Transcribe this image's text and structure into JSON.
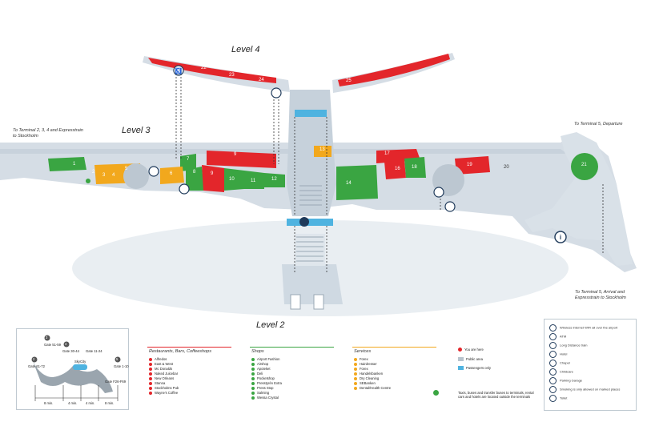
{
  "levels": {
    "l4": "Level 4",
    "l3": "Level 3",
    "l2": "Level 2"
  },
  "notes": {
    "to_t234": "To Terminal 2, 3, 4 and Expresstrain to Stockholm",
    "to_t5_dep": "To Terminal 5, Departure",
    "to_t5_arr": "To Terminal 5, Arrival and Expresstrain to Stockholm"
  },
  "units": {
    "red": [
      "22",
      "23",
      "24",
      "25",
      "9",
      "6",
      "17",
      "19"
    ],
    "green": [
      "1",
      "7",
      "8",
      "10",
      "11",
      "12",
      "14",
      "16",
      "18",
      "21"
    ],
    "orange": [
      "2",
      "3",
      "4",
      "5",
      "20",
      "13"
    ]
  },
  "map_symbols": {
    "parking": "P",
    "atm": "i"
  },
  "inset": {
    "gate_nodes": [
      "2",
      "3",
      "4",
      "5"
    ],
    "gates": [
      "Gate 61-72",
      "Gate 51-59",
      "Gate 30-44",
      "Gate 11-24",
      "Gate 1-10",
      "Gate F26-F69"
    ],
    "skycity": "SkyCity",
    "walk_times": [
      "8 min.",
      "4 min.",
      "4 min.",
      "8 min."
    ]
  },
  "legend": {
    "restaurants": {
      "title": "Restaurants, Bars, Coffeeshops",
      "items": [
        "Alfredos",
        "East & West",
        "Mc Donalds",
        "Naked Juicebar",
        "New Orleans",
        "Stanna",
        "Stockholms Pub",
        "Wayne's Coffee"
      ]
    },
    "shops": {
      "title": "Shops",
      "items": [
        "Airport Fashion",
        "Airshop",
        "Apoteket",
        "Deli",
        "Pocketshop",
        "Presstyrén Extra",
        "Press Stop",
        "Salming",
        "Wessa Crystal"
      ]
    },
    "services": {
      "title": "Services",
      "items": [
        "Forex",
        "Hairdresser",
        "Forex",
        "Handelsbanken",
        "Dry Cleaning",
        "SEBanken",
        "Dental/Health Centre"
      ]
    },
    "area_key": [
      "You are here",
      "Public area",
      "Passengers only"
    ],
    "area_note": "Taxis, buses and transfer buses to terminals, rental cars and hotels are located outside the terminals",
    "symbols": [
      "Wireless Internet WiFi all over the airport",
      "ATM",
      "Long Distance train",
      "Hotel",
      "Chapel",
      "Childcare",
      "Parking Garage",
      "Smoking is only allowed on marked places",
      "Toilet"
    ]
  },
  "colors": {
    "red": "#e3262b",
    "green": "#3aa542",
    "orange": "#f2a81d",
    "blue": "#4fb3e0",
    "floor": "#d5dde5",
    "floor_light": "#e6ecf1"
  }
}
